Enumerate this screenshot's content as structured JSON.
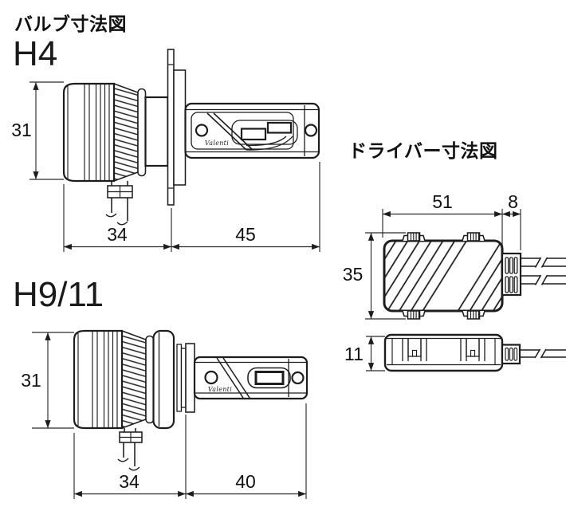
{
  "page": {
    "background": "#ffffff",
    "ink": "#1d1d1d"
  },
  "bulb_section": {
    "heading": "バルブ寸法図",
    "h4": {
      "label": "H4",
      "brand_logo": "Valenti",
      "dim_height": "31",
      "dim_heatsink_length": "34",
      "dim_body_length": "45"
    },
    "h9_11": {
      "label": "H9/11",
      "brand_logo": "Valenti",
      "dim_height": "31",
      "dim_heatsink_length": "34",
      "dim_body_length": "40"
    }
  },
  "driver_section": {
    "heading": "ドライバー寸法図",
    "top_view": {
      "dim_length": "51",
      "dim_connector": "8",
      "dim_width": "35"
    },
    "side_view": {
      "dim_thickness": "11"
    }
  }
}
